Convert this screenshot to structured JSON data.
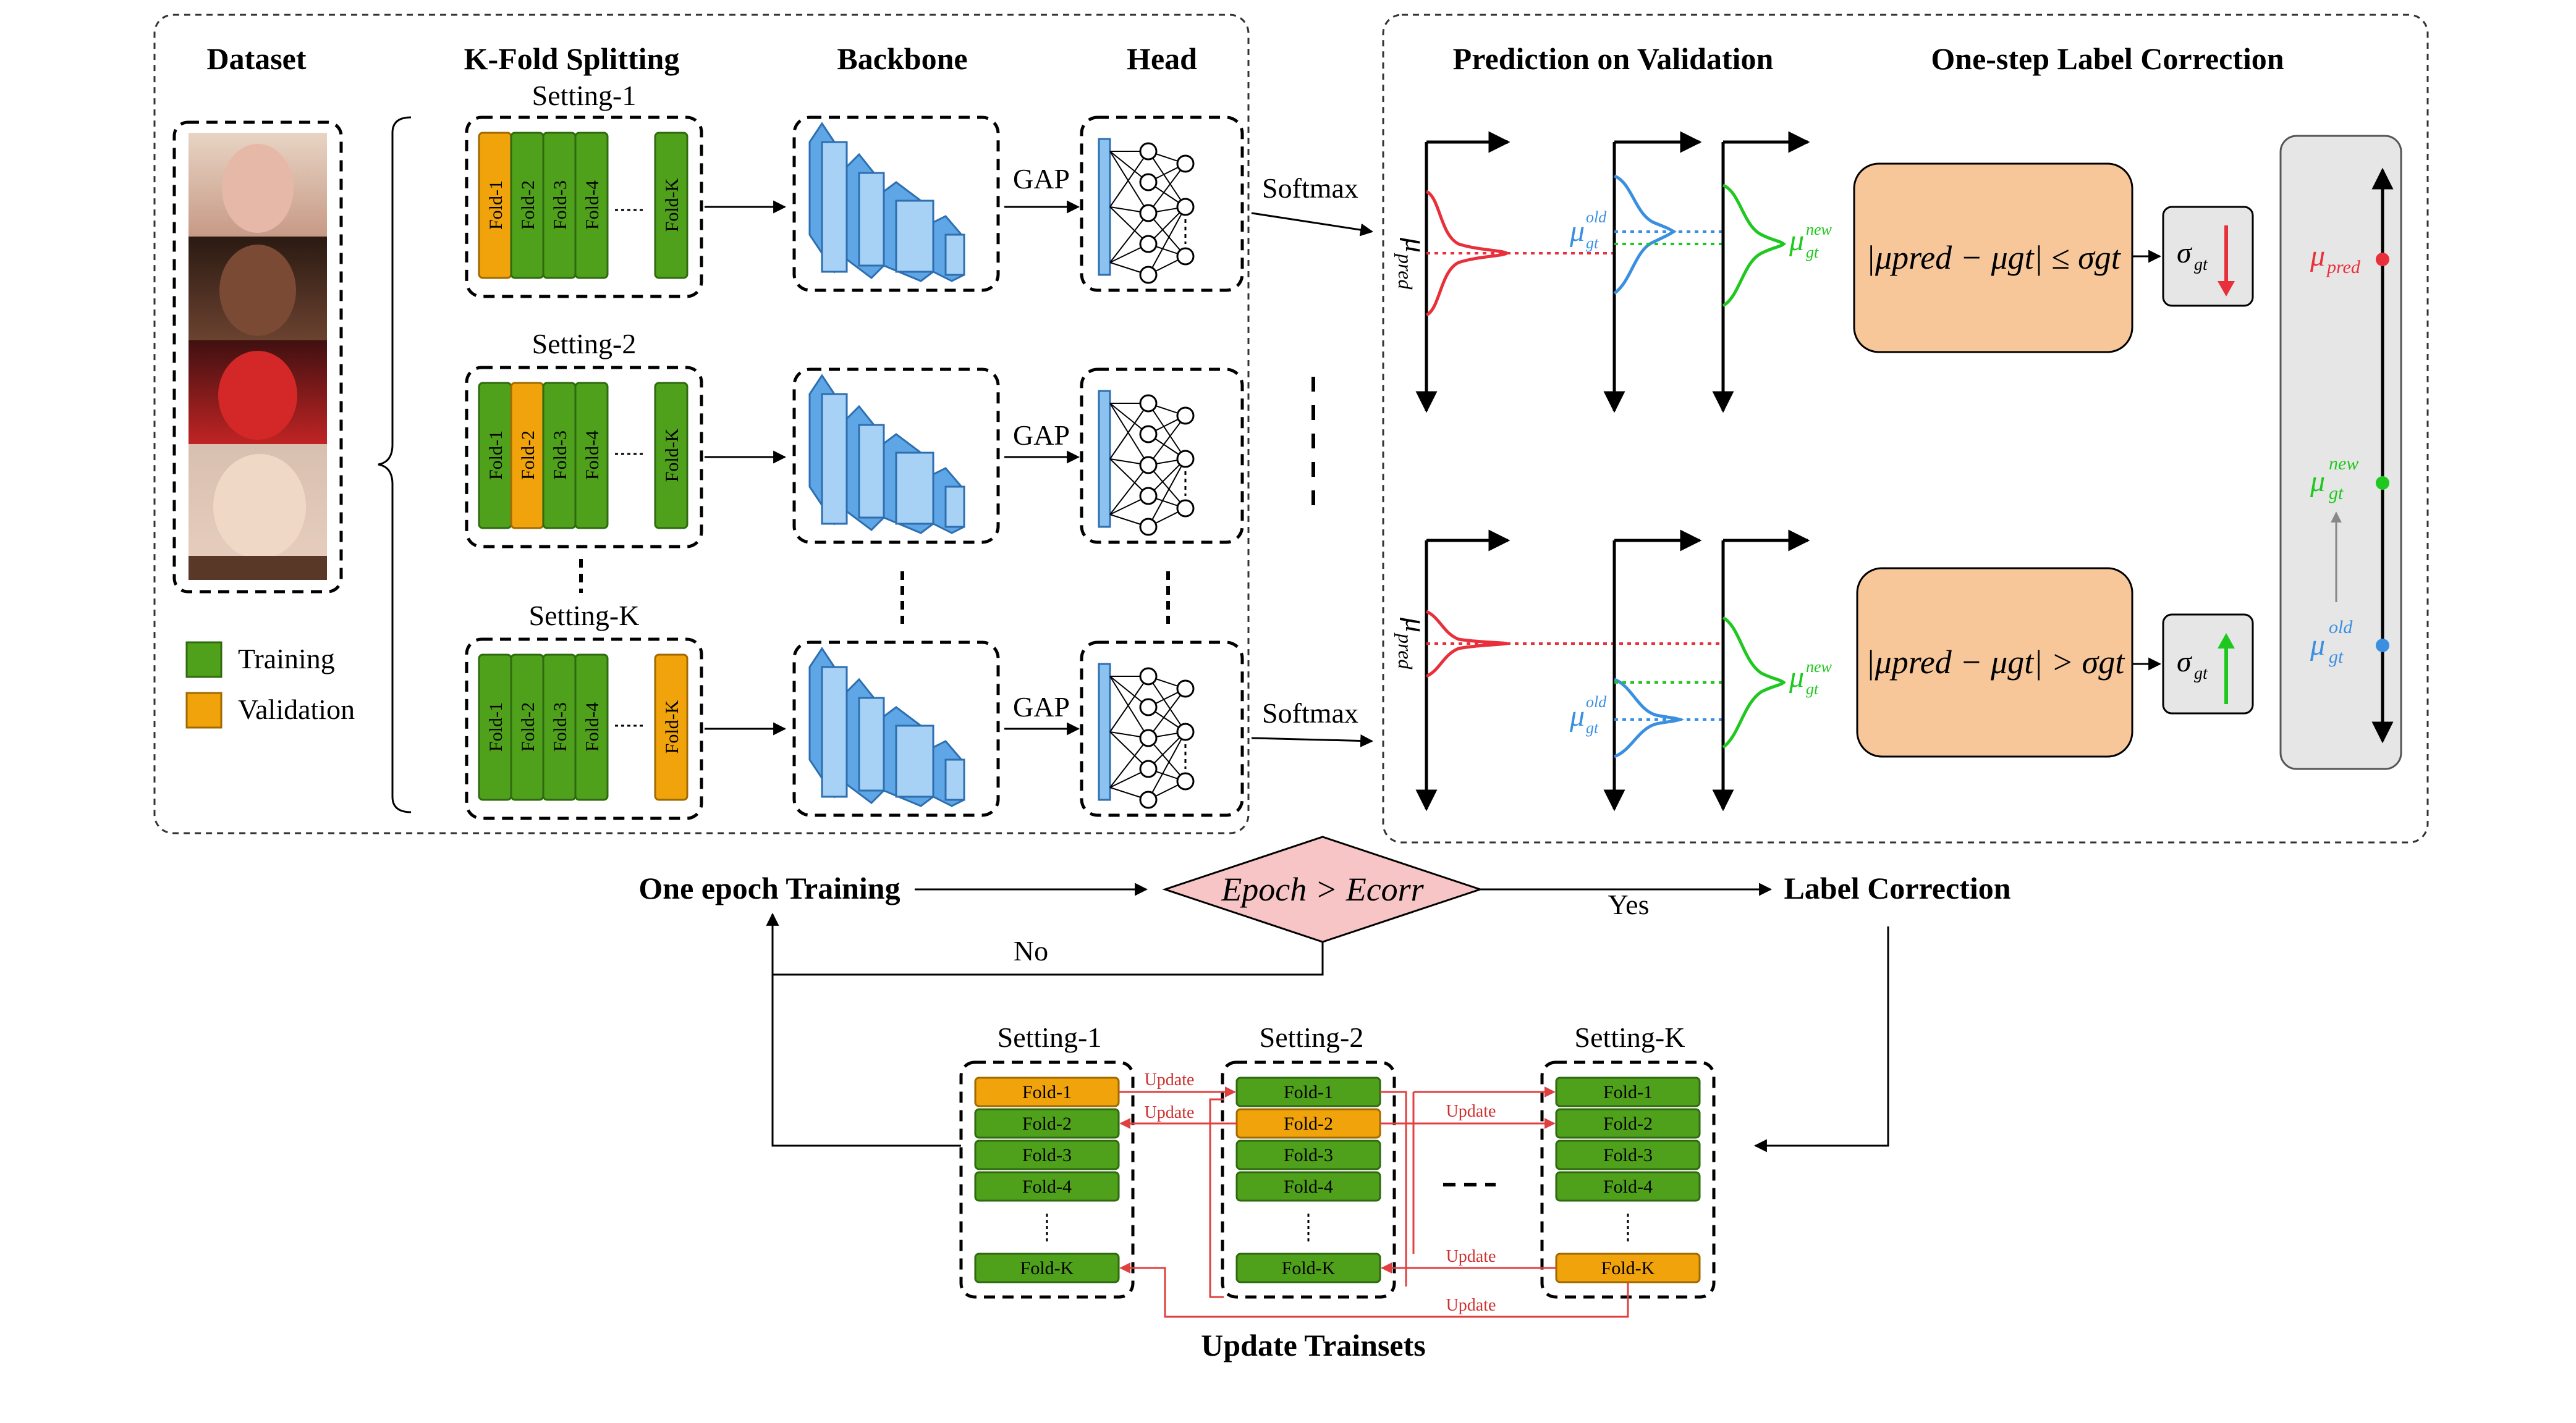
{
  "headers": {
    "dataset": "Dataset",
    "kfold": "K-Fold Splitting",
    "backbone": "Backbone",
    "head": "Head",
    "prediction": "Prediction on Validation",
    "correction": "One-step Label Correction"
  },
  "settings": [
    "Setting-1",
    "Setting-2",
    "Setting-K"
  ],
  "folds": [
    "Fold-1",
    "Fold-2",
    "Fold-3",
    "Fold-4",
    "Fold-K"
  ],
  "legend": {
    "training": "Training",
    "validation": "Validation"
  },
  "ops": {
    "gap": "GAP",
    "softmax": "Softmax"
  },
  "symbols": {
    "mu_pred": "μ",
    "mu_pred_sub": "pred",
    "mu_gt": "μ",
    "sub_gt": "gt",
    "sup_old": "old",
    "sup_new": "new",
    "sigma": "σ"
  },
  "conditions": {
    "le": "|μpred − μgt| ≤ σgt",
    "gt": "|μpred − μgt| > σgt"
  },
  "flow": {
    "train": "One epoch Training",
    "decision": "Epoch > Ecorr",
    "yes": "Yes",
    "no": "No",
    "label_correction": "Label Correction",
    "update_trainsets": "Update Trainsets",
    "update": "Update"
  },
  "colors": {
    "training": "#4fa01a",
    "validation": "#f0a30a",
    "backbone": "#8cc2f0",
    "correction_box": "#f7c79a",
    "decision": "#f7c5c5",
    "red": "#e8303a",
    "blue": "#3a8fe0",
    "green": "#1ec81e"
  }
}
